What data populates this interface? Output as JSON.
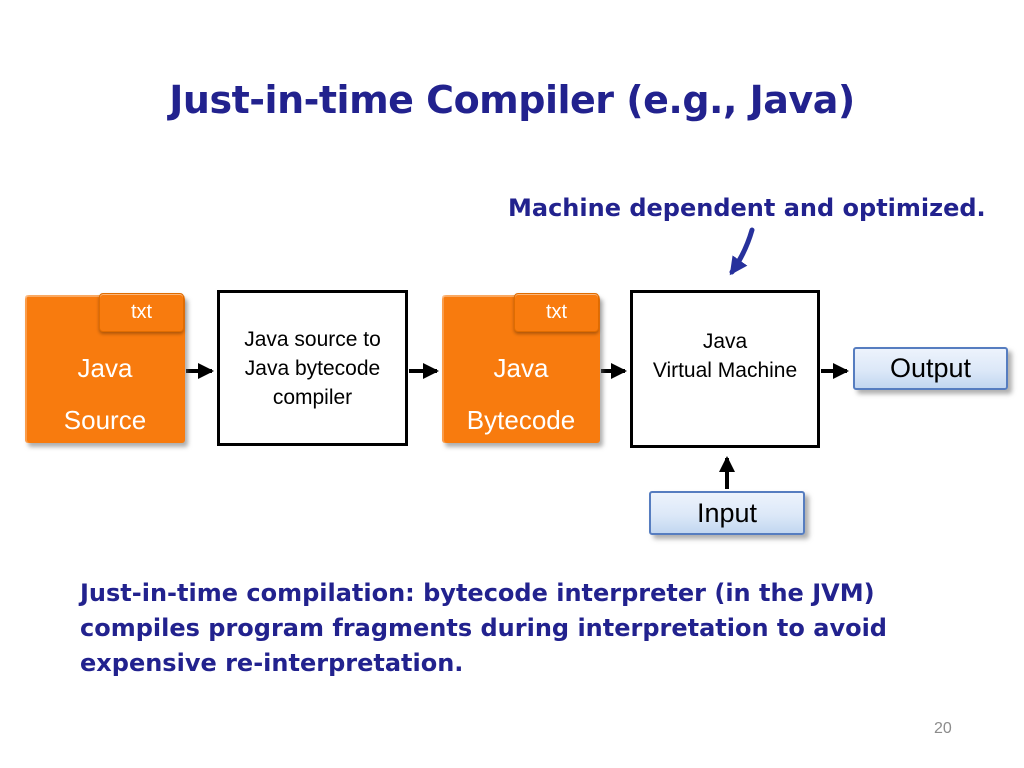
{
  "slide": {
    "title": "Just-in-time Compiler (e.g., Java)",
    "page_number": "20"
  },
  "annotation": {
    "text": "Machine dependent and optimized.",
    "arrow_icon": "hand-drawn-arrow-down-left"
  },
  "diagram": {
    "source_box": {
      "tag": "txt",
      "line1": "Java",
      "line2": "Source"
    },
    "compiler_box": {
      "line1": "Java source to",
      "line2": "Java bytecode",
      "line3": "compiler"
    },
    "bytecode_box": {
      "tag": "txt",
      "line1": "Java",
      "line2": "Bytecode"
    },
    "jvm_box": {
      "line1": "Java",
      "line2": "Virtual Machine"
    },
    "output_box": {
      "label": "Output"
    },
    "input_box": {
      "label": "Input"
    }
  },
  "caption": {
    "lines": [
      "Just-in-time compilation: bytecode interpreter (in the JVM)",
      "compiles program fragments during interpretation to avoid",
      "expensive re-interpretation."
    ]
  },
  "colors": {
    "navy_text": "#22228E",
    "annotation_arrow_blue": "#27319C",
    "file_orange": "#F87B0E",
    "arrow_black": "#000000",
    "io_box_border": "#567DC0",
    "io_box_fill_top": "#EDF3FC",
    "io_box_fill_bottom": "#C2D7F0",
    "page_number_gray": "#8C8C8C"
  }
}
